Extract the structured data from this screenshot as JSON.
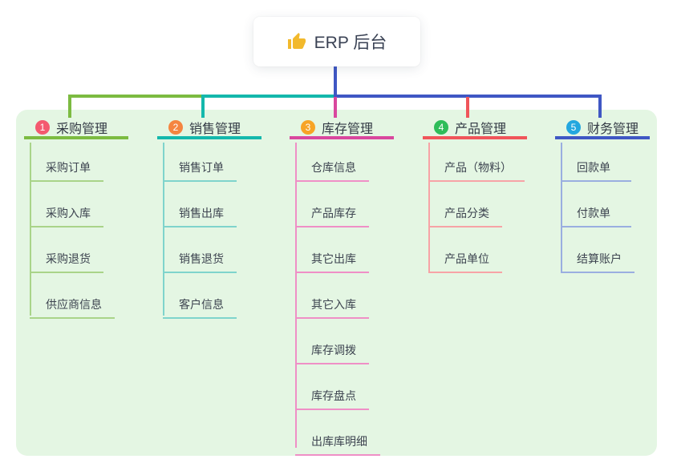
{
  "root": {
    "label": "ERP 后台",
    "icon": "thumbs-up-icon"
  },
  "canvas": {
    "background": "#FFFFFF",
    "panel_background": "#E4F6E3",
    "root_connector_color": "#3F57C4",
    "text_color": "#3D4450"
  },
  "branches": [
    {
      "number": "1",
      "label": "采购管理",
      "color": "#7CBB41",
      "light_color": "#A9D489",
      "badge_color": "#F4596F",
      "items": [
        "采购订单",
        "采购入库",
        "采购退货",
        "供应商信息"
      ]
    },
    {
      "number": "2",
      "label": "销售管理",
      "color": "#14B8AC",
      "light_color": "#7FD4CC",
      "badge_color": "#F58540",
      "items": [
        "销售订单",
        "销售出库",
        "销售退货",
        "客户信息"
      ]
    },
    {
      "number": "3",
      "label": "库存管理",
      "color": "#D9479E",
      "light_color": "#EF8FC6",
      "badge_color": "#F7A426",
      "items": [
        "仓库信息",
        "产品库存",
        "其它出库",
        "其它入库",
        "库存调拨",
        "库存盘点",
        "出库库明细"
      ]
    },
    {
      "number": "4",
      "label": "产品管理",
      "color": "#F0555A",
      "light_color": "#F7A3A6",
      "badge_color": "#2EBD59",
      "items": [
        "产品（物料）",
        "产品分类",
        "产品单位"
      ]
    },
    {
      "number": "5",
      "label": "财务管理",
      "color": "#3F57C4",
      "light_color": "#9AAEE0",
      "badge_color": "#23A7DF",
      "items": [
        "回款单",
        "付款单",
        "结算账户"
      ]
    }
  ]
}
